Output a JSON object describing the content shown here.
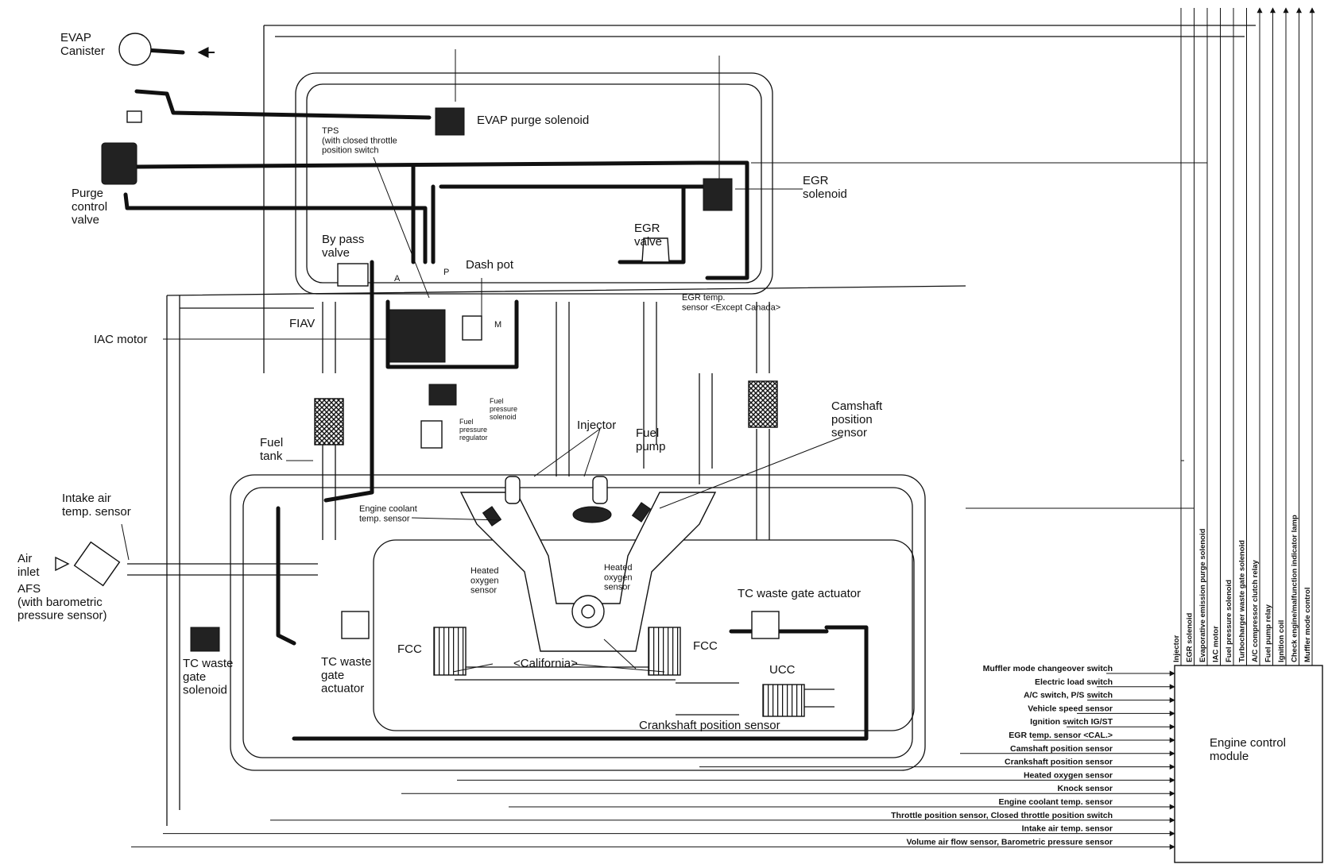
{
  "components": {
    "evap_canister": "EVAP\nCanister",
    "evap_purge_solenoid": "EVAP purge solenoid",
    "tps": "TPS\n(with closed throttle\nposition switch",
    "purge_control_valve": "Purge\ncontrol\nvalve",
    "egr_solenoid": "EGR\nsolenoid",
    "egr_valve": "EGR\nvalve",
    "bypass_valve": "By pass\nvalve",
    "dash_pot": "Dash pot",
    "egr_temp_sensor": "EGR temp.\nsensor <Except Canada>",
    "fiav": "FIAV",
    "iac_motor": "IAC motor",
    "fuel_pressure_solenoid": "Fuel\npressure\nsolenoid",
    "fuel_pressure_regulator": "Fuel\npressure\nregulator",
    "injector": "Injector",
    "fuel_pump": "Fuel\npump",
    "camshaft_position_sensor": "Camshaft\nposition\nsensor",
    "fuel_tank": "Fuel\ntank",
    "intake_air_temp_sensor": "Intake air\ntemp. sensor",
    "engine_coolant_temp_sensor": "Engine  coolant\ntemp.  sensor",
    "air_inlet": "Air\ninlet",
    "afs": "AFS\n(with barometric\npressure sensor)",
    "heated_oxygen_sensor_left": "Heated\noxygen\nsensor",
    "heated_oxygen_sensor_right": "Heated\noxygen\nsensor",
    "tc_waste_gate_actuator_right": "TC waste gate actuator",
    "tc_waste_gate_solenoid": "TC waste\ngate\nsolenoid",
    "tc_waste_gate_actuator_left": "TC waste\ngate\nactuator",
    "fcc_left": "FCC",
    "fcc_right": "FCC",
    "california": "<California>",
    "ucc": "UCC",
    "crankshaft_position_sensor": "Crankshaft position sensor",
    "engine_control_module": "Engine control\nmodule",
    "port_a": "A",
    "port_p": "P",
    "port_m": "M"
  },
  "ecm_outputs": [
    "Injector",
    "EGR solenoid",
    "Evaporative emission purge solenoid",
    "IAC motor",
    "Fuel pressure solenoid",
    "Turbocharger waste gate solenoid",
    "A/C compressor clutch relay",
    "Fuel pump relay",
    "Ignition coil",
    "Check engine/malfunction indicator lamp",
    "Muffler mode control"
  ],
  "ecm_inputs": [
    "Muffler mode changeover switch",
    "Electric load switch",
    "A/C switch, P/S switch",
    "Vehicle speed sensor",
    "Ignition switch IG/ST",
    "EGR temp. sensor <CAL.>",
    "Camshaft position sensor",
    "Crankshaft position sensor",
    "Heated oxygen sensor",
    "Knock sensor",
    "Engine coolant temp. sensor",
    "Throttle position sensor, Closed throttle position switch",
    "Intake air temp. sensor",
    "Volume air flow sensor, Barometric pressure sensor"
  ]
}
